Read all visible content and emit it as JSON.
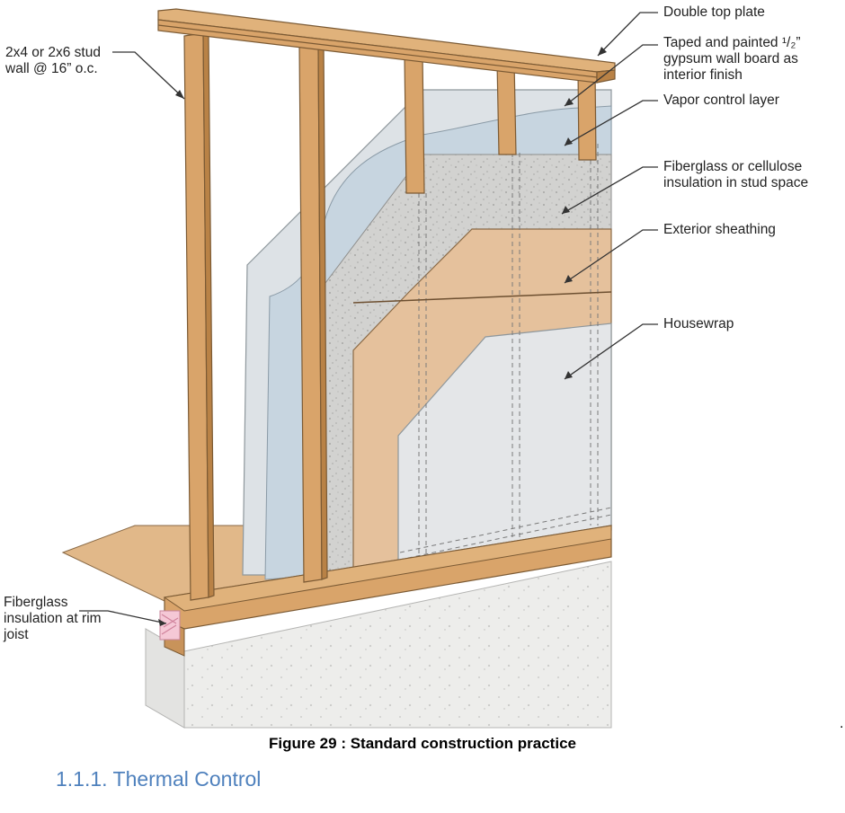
{
  "labels": {
    "double_top_plate": "Double top plate",
    "gypsum": "Taped and painted ¹/₂”\ngypsum wall board as\ninterior finish",
    "vapor": "Vapor control layer",
    "insulation": "Fiberglass or cellulose\ninsulation in stud space",
    "sheathing": "Exterior sheathing",
    "housewrap": "Housewrap",
    "studs": "2x4 or 2x6 stud\nwall @ 16” o.c.",
    "rim_joist": "Fiberglass\ninsulation at rim\njoist"
  },
  "caption": "Figure 29 : Standard construction practice",
  "stray_dot": ".",
  "heading": "1.1.1. Thermal Control",
  "colors": {
    "wood": "#d9a46a",
    "wood_dark": "#b98246",
    "sheathing": "#e5c19c",
    "gypsum": "#dde2e6",
    "vapor": "#c7d5e0",
    "insulation": "#d0d0ce",
    "housewrap": "#e4e6e8",
    "concrete": "#ececea",
    "heading": "#4f81bd"
  }
}
